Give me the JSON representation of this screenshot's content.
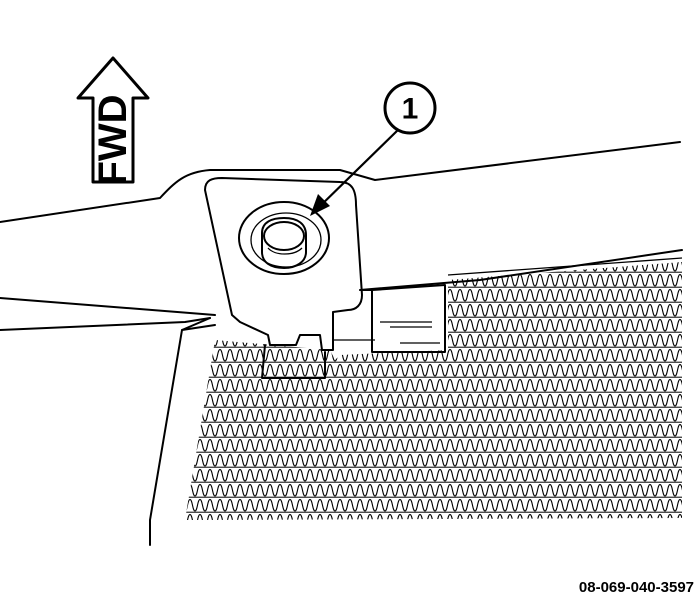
{
  "direction_arrow": {
    "label": "FWD"
  },
  "callouts": [
    {
      "number": "1"
    }
  ],
  "figure_id": "08-069-040-3597",
  "colors": {
    "ink": "#000000",
    "background": "#ffffff"
  }
}
